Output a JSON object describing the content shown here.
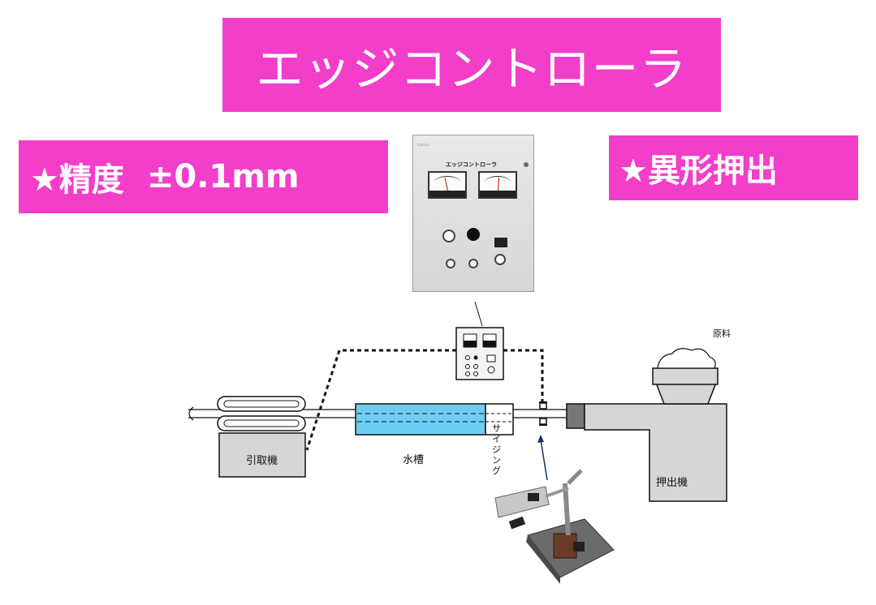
{
  "title": "エッジコントローラ",
  "features": {
    "precision": {
      "label": "★精度",
      "value": "±0.1mm"
    },
    "profile_extrusion": "★異形押出"
  },
  "controller_panel": {
    "title": "エッジコントローラ"
  },
  "diagram": {
    "labels": {
      "puller": "引取機",
      "water_tank": "水槽",
      "sizing": "サイジング",
      "extruder": "押出機",
      "raw_material": "原料"
    }
  },
  "colors": {
    "accent": "#f23ec8",
    "water": "#6ecdf2"
  }
}
